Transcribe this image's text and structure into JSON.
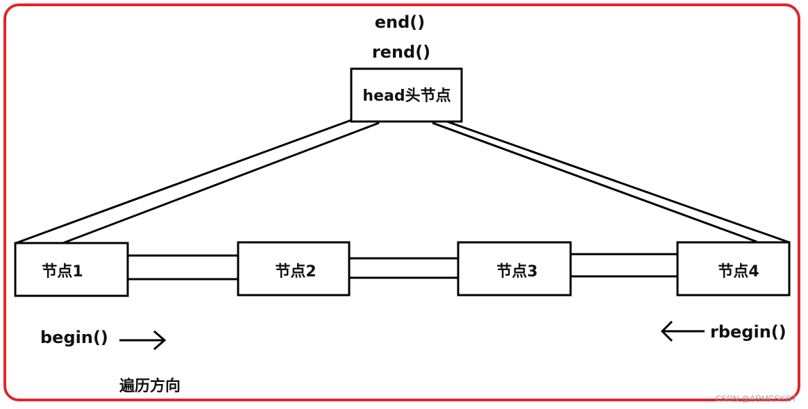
{
  "colors": {
    "border": "#e0242c",
    "stroke": "#000000",
    "text": "#111111"
  },
  "labels": {
    "end": "end()",
    "rend": "rend()",
    "head": "head头节点",
    "node1": "节点1",
    "node2": "节点2",
    "node3": "节点3",
    "node4": "节点4",
    "begin": "begin()",
    "rbegin": "rbegin()",
    "direction": "遍历方向"
  },
  "watermark": "CSDN @ARMCSKGT"
}
